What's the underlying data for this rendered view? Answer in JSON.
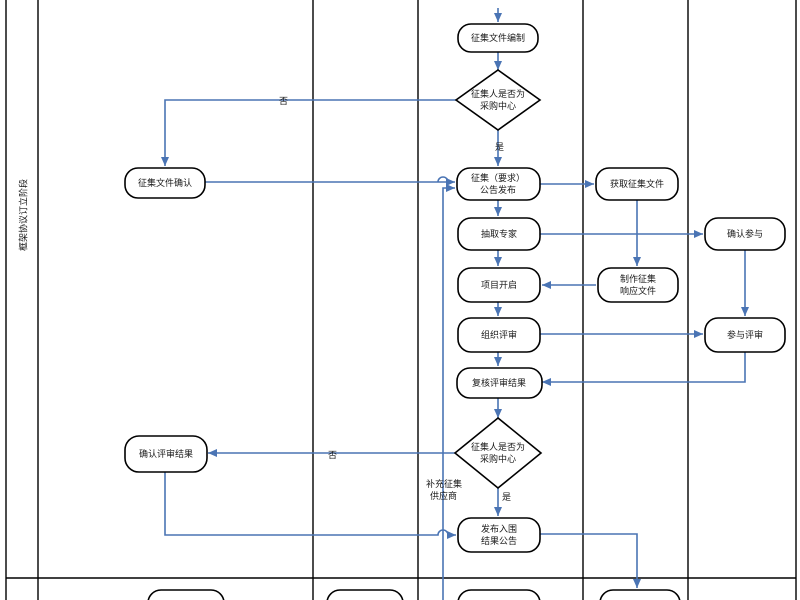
{
  "phase_label": "框架协议订立阶段",
  "nodes": {
    "n1": "征集文件编制",
    "d1": [
      "征集人是否为",
      "采购中心"
    ],
    "n3": "征集文件确认",
    "n4": [
      "征集（要求）",
      "公告发布"
    ],
    "n5": "获取征集文件",
    "n6": "抽取专家",
    "n7": "确认参与",
    "n8": "项目开启",
    "n9": [
      "制作征集",
      "响应文件"
    ],
    "n10": "组织评审",
    "n11": "参与评审",
    "n12": "复核评审结果",
    "d2": [
      "征集人是否为",
      "采购中心"
    ],
    "n14": "确认评审结果",
    "n15": [
      "发布入围",
      "结果公告"
    ]
  },
  "labels": {
    "no1": "否",
    "yes1": "是",
    "no2": "否",
    "yes2": "是",
    "supplement": [
      "补充征集",
      "供应商"
    ]
  },
  "colors": {
    "arrow": "#4a74b4",
    "node_stroke": "#000000",
    "background": "#ffffff"
  }
}
